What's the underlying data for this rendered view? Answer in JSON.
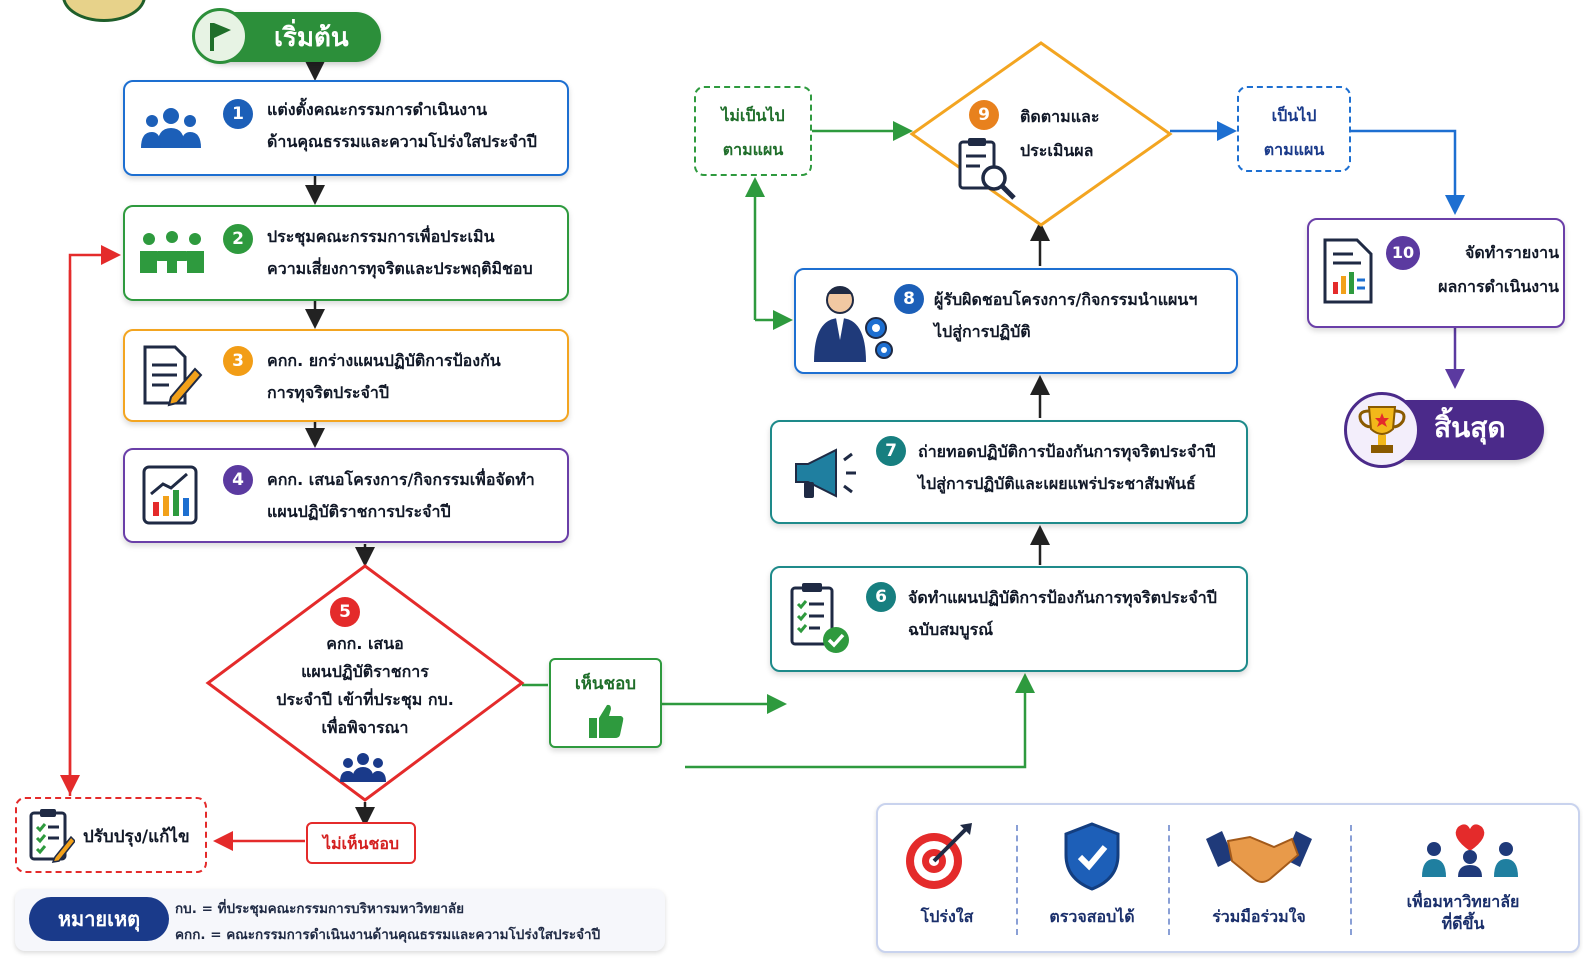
{
  "start": {
    "label": "เริ่มต้น"
  },
  "end": {
    "label": "สิ้นสุด"
  },
  "steps": [
    {
      "num": "1",
      "line1": "แต่งตั้งคณะกรรมการดำเนินงาน",
      "line2": "ด้านคุณธรรมและความโปร่งใสประจำปี"
    },
    {
      "num": "2",
      "line1": "ประชุมคณะกรรมการเพื่อประเมิน",
      "line2": "ความเสี่ยงการทุจริตและประพฤติมิชอบ"
    },
    {
      "num": "3",
      "line1": "คกก. ยกร่างแผนปฏิบัติการป้องกัน",
      "line2": "การทุจริตประจำปี"
    },
    {
      "num": "4",
      "line1": "คกก. เสนอโครงการ/กิจกรรมเพื่อจัดทำ",
      "line2": "แผนปฏิบัติราชการประจำปี"
    },
    {
      "num": "5",
      "line1": "คกก. เสนอ",
      "line2": "แผนปฏิบัติราชการ",
      "line3": "ประจำปี เข้าที่ประชุม กบ.",
      "line4": "เพื่อพิจารณา"
    },
    {
      "num": "6",
      "line1": "จัดทำแผนปฏิบัติการป้องกันการทุจริตประจำปี",
      "line2": "ฉบับสมบูรณ์"
    },
    {
      "num": "7",
      "line1": "ถ่ายทอดปฏิบัติการป้องกันการทุจริตประจำปี",
      "line2": "ไปสู่การปฏิบัติและเผยแพร่ประชาสัมพันธ์"
    },
    {
      "num": "8",
      "line1": "ผู้รับผิดชอบโครงการ/กิจกรรมนำแผนฯ",
      "line2": "ไปสู่การปฏิบัติ"
    },
    {
      "num": "9",
      "line1": "ติดตามและ",
      "line2": "ประเมินผล"
    },
    {
      "num": "10",
      "line1": "จัดทำรายงาน",
      "line2": "ผลการดำเนินงาน"
    }
  ],
  "decisions": {
    "approve": "เห็นชอบ",
    "reject": "ไม่เห็นชอบ",
    "revise": "ปรับปรุง/แก้ไข",
    "off_plan_1": "ไม่เป็นไป",
    "off_plan_2": "ตามแผน",
    "on_plan_1": "เป็นไป",
    "on_plan_2": "ตามแผน"
  },
  "note": {
    "title": "หมายเหตุ",
    "line1": "กบ. = ที่ประชุมคณะกรรมการบริหารมหาวิทยาลัย",
    "line2": "คกก. = คณะกรรมการดำเนินงานด้านคุณธรรมและความโปร่งใสประจำปี"
  },
  "values": [
    {
      "label": "โปร่งใส",
      "icon": "target-icon"
    },
    {
      "label": "ตรวจสอบได้",
      "icon": "shield-check-icon"
    },
    {
      "label": "ร่วมมือร่วมใจ",
      "icon": "handshake-icon"
    },
    {
      "label1": "เพื่อมหาวิทยาลัย",
      "label2": "ที่ดีขึ้น",
      "icon": "people-heart-icon"
    }
  ],
  "colors": {
    "blue": "#1d6fd1",
    "green": "#2e9a3e",
    "orange": "#f3a521",
    "purple": "#6a3fa8",
    "teal": "#1e8a8a",
    "red": "#e42b2b",
    "navy": "#1a3a8a"
  }
}
